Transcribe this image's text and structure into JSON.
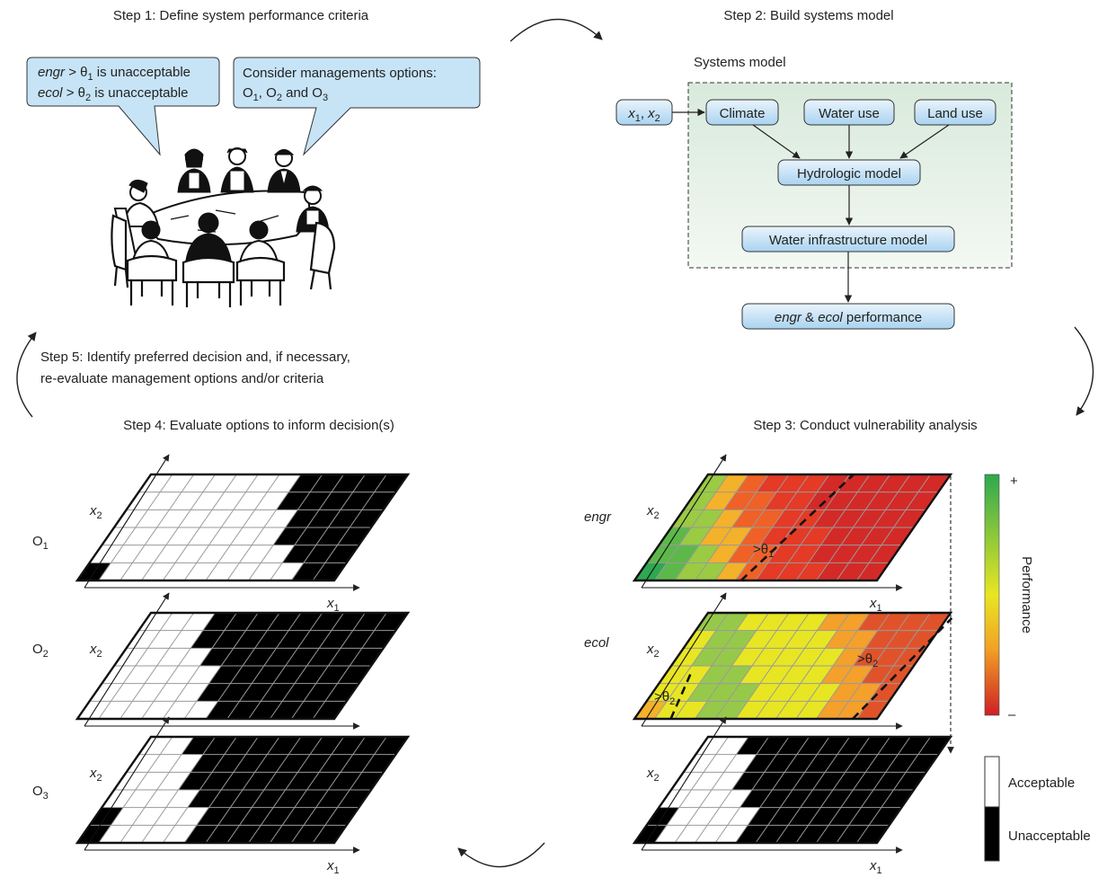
{
  "steps": {
    "step1": "Step 1: Define system performance criteria",
    "step2": "Step 2: Build systems model",
    "step3": "Step 3: Conduct vulnerability analysis",
    "step4": "Step 4: Evaluate options to inform decision(s)",
    "step5_line1": "Step 5: Identify preferred decision and, if necessary,",
    "step5_line2": "re-evaluate management options and/or criteria"
  },
  "bubble_left": {
    "line1": {
      "var": "engr",
      "mid": " > θ",
      "sub": "1",
      "tail": " is unacceptable"
    },
    "line2": {
      "var": "ecol",
      "mid": " > θ",
      "sub": "2",
      "tail": " is unacceptable"
    }
  },
  "bubble_right": {
    "line1": "Consider managements options:",
    "line2": {
      "o": "O",
      "s1": "1",
      "mid1": ", O",
      "s2": "2",
      "mid2": " and O",
      "s3": "3"
    }
  },
  "systems_model": {
    "title": "Systems model",
    "input": {
      "x1": "x",
      "s1": "1",
      "comma": ", ",
      "x2": "x",
      "s2": "2"
    },
    "climate": "Climate",
    "water_use": "Water use",
    "land_use": "Land use",
    "hydrologic": "Hydrologic model",
    "infrastructure": "Water infrastructure model",
    "performance": {
      "engr": "engr",
      "amp": " & ",
      "ecol": "ecol",
      "tail": " performance"
    }
  },
  "axes": {
    "x": "x",
    "sub1": "1",
    "sub2": "2"
  },
  "options": [
    {
      "o": "O",
      "sub": "1"
    },
    {
      "o": "O",
      "sub": "2"
    },
    {
      "o": "O",
      "sub": "3"
    }
  ],
  "vulnerability": {
    "engr_label": "engr",
    "ecol_label": "ecol",
    "theta1": {
      "gt": ">θ",
      "sub": "1"
    },
    "theta2": {
      "gt": ">θ",
      "sub": "2"
    }
  },
  "colorbar": {
    "plus": "+",
    "minus": "–",
    "title": "Performance",
    "top_color": "#2ea851",
    "mid_color": "#e8e623",
    "bottom_color": "#cf1f26"
  },
  "legend": {
    "acceptable": "Acceptable",
    "unacceptable": "Unacceptable"
  }
}
